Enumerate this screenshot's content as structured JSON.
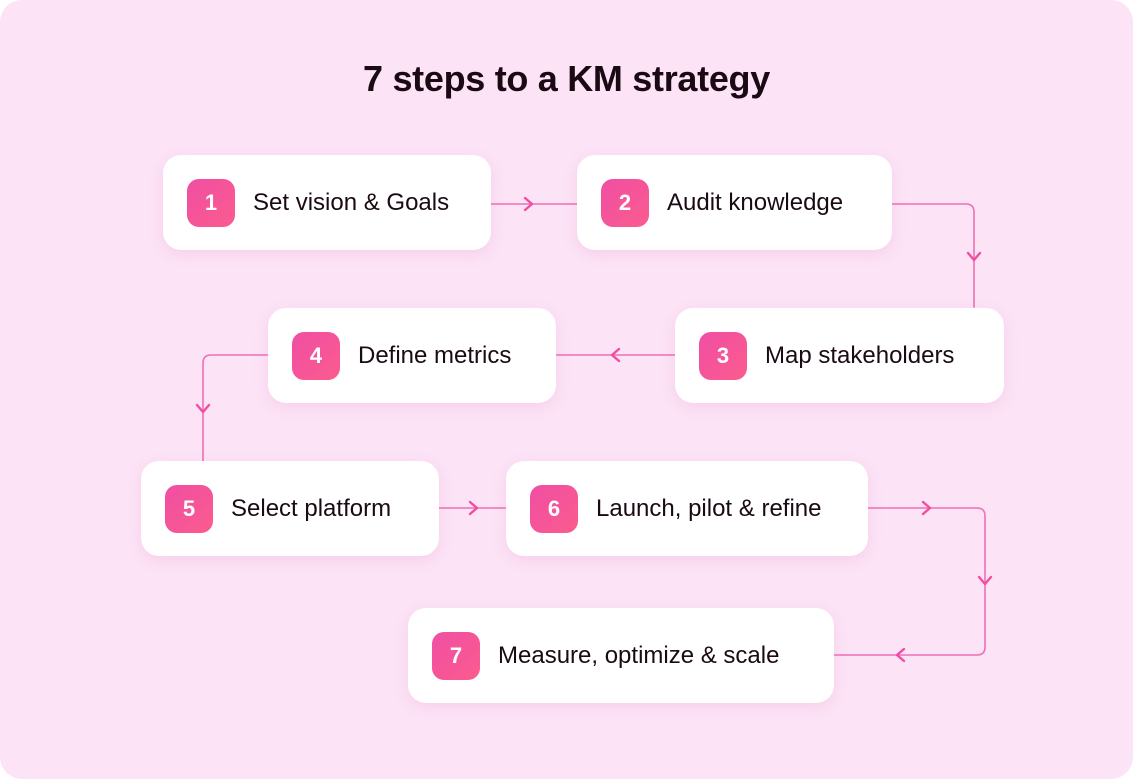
{
  "title": "7 steps to a KM strategy",
  "colors": {
    "background": "#fce3f6",
    "accent": "#f04ea3",
    "connector": "#ee6fb4",
    "card": "#ffffff",
    "text": "#1a0a14"
  },
  "steps": [
    {
      "number": "1",
      "label": "Set vision & Goals"
    },
    {
      "number": "2",
      "label": "Audit knowledge"
    },
    {
      "number": "3",
      "label": "Map stakeholders"
    },
    {
      "number": "4",
      "label": "Define metrics"
    },
    {
      "number": "5",
      "label": "Select platform"
    },
    {
      "number": "6",
      "label": "Launch, pilot & refine"
    },
    {
      "number": "7",
      "label": "Measure, optimize & scale"
    }
  ]
}
